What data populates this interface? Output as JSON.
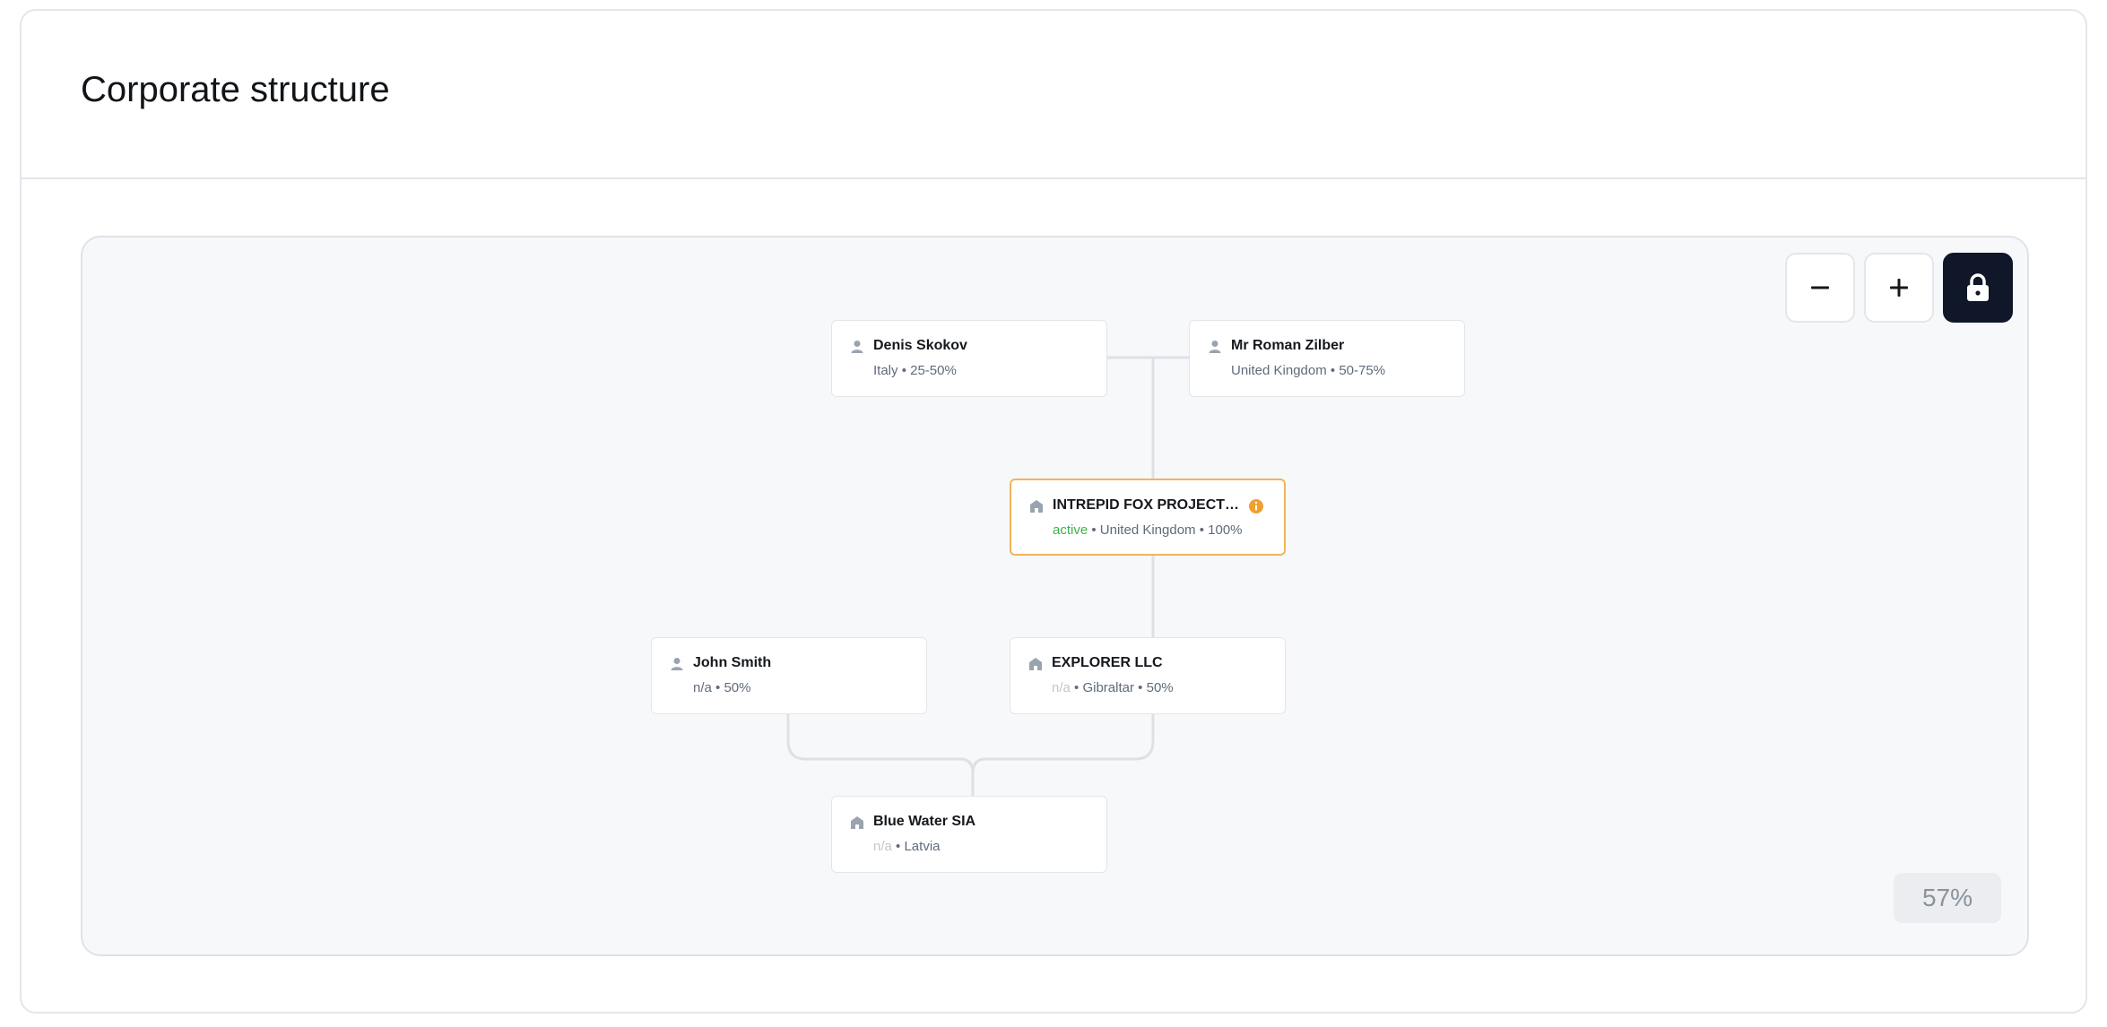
{
  "page": {
    "title": "Corporate structure"
  },
  "controls": {
    "zoom_out_icon": "minus-icon",
    "zoom_in_icon": "plus-icon",
    "lock_icon": "lock-icon",
    "zoom_level": "57%"
  },
  "nodes": {
    "denis": {
      "type": "person",
      "name": "Denis Skokov",
      "country": "Italy",
      "share": "25-50%"
    },
    "roman": {
      "type": "person",
      "name": "Mr Roman Zilber",
      "country": "United Kingdom",
      "share": "50-75%"
    },
    "intrepid": {
      "type": "company",
      "name": "INTREPID FOX PROJECT…",
      "status": "active",
      "country": "United Kingdom",
      "share": "100%",
      "has_info": true
    },
    "john": {
      "type": "person",
      "name": "John Smith",
      "country": "n/a",
      "share": "50%"
    },
    "explorer": {
      "type": "company",
      "name": "EXPLORER LLC",
      "status": "n/a",
      "country": "Gibraltar",
      "share": "50%"
    },
    "bluewater": {
      "type": "company",
      "name": "Blue Water SIA",
      "status": "n/a",
      "country": "Latvia"
    }
  },
  "separator": "•",
  "colors": {
    "highlight_border": "#f0b45a",
    "active_status": "#3bb44a",
    "info_badge": "#f0a030",
    "lock_button": "#0f1729"
  }
}
